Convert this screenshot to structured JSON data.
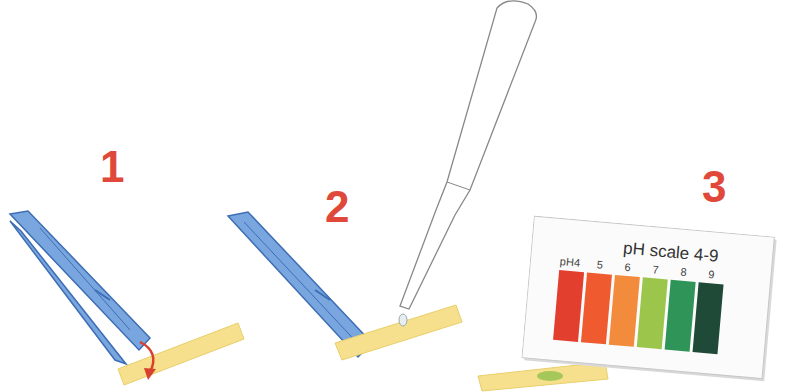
{
  "diagram": {
    "nodes": [
      {
        "text": [
          "pH scale 4-9"
        ]
      }
    ],
    "labels": [
      "1",
      "2",
      "3"
    ],
    "legend": [
      {
        "text": "pH4",
        "color": "#e33f2e"
      },
      {
        "text": "5",
        "color": "#ef5a2f"
      },
      {
        "text": "6",
        "color": "#f28b3b"
      },
      {
        "text": "7",
        "color": "#9cc64b"
      },
      {
        "text": "8",
        "color": "#2f9457"
      },
      {
        "text": "9",
        "color": "#1e4a37"
      }
    ]
  }
}
